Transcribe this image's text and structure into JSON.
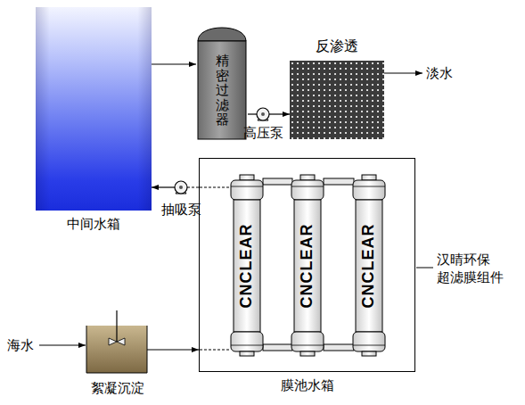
{
  "diagram": {
    "nodes": [
      {
        "text": [
          "中间水箱"
        ]
      },
      {
        "text": [
          "精密过滤器"
        ]
      },
      {
        "text": [
          "高压泵"
        ]
      },
      {
        "text": [
          "反渗透"
        ]
      },
      {
        "text": [
          "抽吸泵"
        ]
      },
      {
        "text": [
          "膜池水箱"
        ]
      },
      {
        "text": [
          "CNCLEAR"
        ],
        "in": 5
      },
      {
        "text": [
          "CNCLEAR"
        ],
        "in": 5
      },
      {
        "text": [
          "CNCLEAR"
        ],
        "in": 5
      },
      {
        "text": [
          "絮凝沉淀"
        ]
      }
    ],
    "edges": [
      {
        "from": 0,
        "to": 1,
        "arrow": "to"
      },
      {
        "from": 1,
        "to": 2,
        "arrow": "none"
      },
      {
        "from": 2,
        "to": 3,
        "arrow": "to"
      },
      {
        "from": 4,
        "to": 0,
        "arrow": "to"
      },
      {
        "from": 5,
        "to": 4,
        "arrow": "none"
      },
      {
        "from": 9,
        "to": 5,
        "arrow": "to"
      }
    ],
    "labels": [
      "淡水",
      "汉晴环保 超滤膜组件",
      "海水"
    ]
  }
}
